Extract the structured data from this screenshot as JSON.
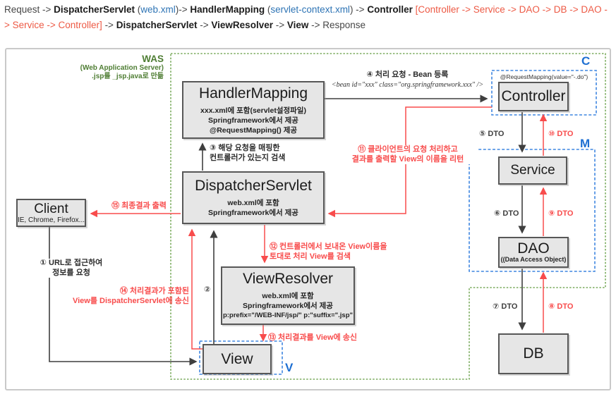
{
  "header": {
    "segments": [
      {
        "kind": "n",
        "text": "Request -> "
      },
      {
        "kind": "b",
        "text": "DispatcherServlet"
      },
      {
        "kind": "n",
        "text": " ("
      },
      {
        "kind": "l",
        "text": "web.xml"
      },
      {
        "kind": "n",
        "text": ")-> "
      },
      {
        "kind": "b",
        "text": "HandlerMapping"
      },
      {
        "kind": "n",
        "text": " ("
      },
      {
        "kind": "l",
        "text": "servlet-context.xml"
      },
      {
        "kind": "n",
        "text": ") -> "
      },
      {
        "kind": "b",
        "text": "Controller"
      },
      {
        "kind": "n",
        "text": " "
      },
      {
        "kind": "r",
        "text": "[Controller -> Service -> DAO -> DB -> DAO -> Service -> Controller]"
      },
      {
        "kind": "n",
        "text": " -> "
      },
      {
        "kind": "b",
        "text": "DispatcherServlet"
      },
      {
        "kind": "n",
        "text": " -> "
      },
      {
        "kind": "b",
        "text": "ViewResolver"
      },
      {
        "kind": "n",
        "text": " -> "
      },
      {
        "kind": "b",
        "text": "View"
      },
      {
        "kind": "n",
        "text": " -> Response"
      }
    ]
  },
  "was": {
    "title": "WAS",
    "subtitle": "(Web Application Server)",
    "note": ".jsp를 _jsp.java로 만듦"
  },
  "regions": {
    "c": "C",
    "m": "M",
    "v": "V"
  },
  "boxes": {
    "handler_mapping": {
      "title": "HandlerMapping",
      "lines": [
        "xxx.xml에 포함(servlet설정파일)",
        "Springframework에서 제공",
        "@RequestMapping() 제공"
      ]
    },
    "dispatcher_servlet": {
      "title": "DispatcherServlet",
      "lines": [
        "web.xml에 포함",
        "Springframework에서 제공"
      ]
    },
    "view_resolver": {
      "title": "ViewResolver",
      "lines": [
        "web.xml에 포함",
        "Springframework에서 제공",
        "p:prefix=\"/WEB-INF/jsp/\" p:\"suffix=\".jsp\""
      ]
    },
    "client": {
      "title": "Client",
      "subtitle": "IE, Chrome, Firefox..."
    },
    "controller": {
      "title": "Controller",
      "annotation": "@RequestMapping(value=\"-.do\")"
    },
    "service": {
      "title": "Service"
    },
    "dao": {
      "title": "DAO",
      "subtitle": "((Data Access Object)"
    },
    "db": {
      "title": "DB"
    },
    "view": {
      "title": "View"
    }
  },
  "labels": {
    "step1": [
      "① URL로 접근하여",
      "정보를 요청"
    ],
    "step2": "②",
    "step3": [
      "③ 해당 요청을 매핑한",
      "컨트롤러가 있는지 검색"
    ],
    "step4": "④ 처리 요청 - Bean 등록",
    "step4_bean": "<bean id=\"xxx\" class=\"org.springframework.xxx\" />",
    "step11": [
      "⑪ 클라이언트의 요청 처리하고",
      "결과를 출력할 View의 이름을 리턴"
    ],
    "step12": [
      "⑫ 컨트롤러에서 보내온 View이름을",
      "토대로 처리 View를 검색"
    ],
    "step13": "⑬ 처리결과를 View에 송신",
    "step14": [
      "⑭ 처리결과가 포함된",
      "View를 DispatcherServlet에 송신"
    ],
    "step15": "⑮ 최종결과 출력",
    "dto5": "⑤ DTO",
    "dto6": "⑥ DTO",
    "dto7": "⑦ DTO",
    "dto8": "⑧ DTO",
    "dto9": "⑨ DTO",
    "dto10": "⑩ DTO"
  },
  "colors": {
    "diagram_red": "#f84c4c",
    "arrow_black": "#3f3f3f",
    "green_border": "#7bac5e",
    "green_text": "#4e7d33",
    "blue_dashed": "#3f86e0",
    "blue_letter": "#1d6fd2",
    "box_fill": "#e6e6e6",
    "box_border": "#575757",
    "header_link": "#2e74b5",
    "header_red": "#ed5a45",
    "frame_border": "#c9c9c9"
  }
}
